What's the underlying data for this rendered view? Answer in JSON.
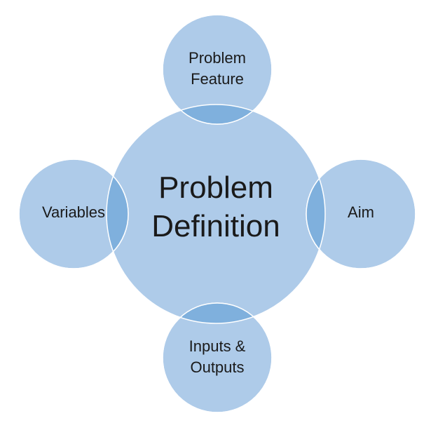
{
  "diagram": {
    "center": {
      "label": "Problem\nDefinition"
    },
    "satellites": {
      "top": {
        "label": "Problem\nFeature"
      },
      "left": {
        "label": "Variables"
      },
      "right": {
        "label": "Aim"
      },
      "bottom": {
        "label": "Inputs &\nOutputs"
      }
    }
  },
  "colors": {
    "circle_fill": "#aecbe9",
    "circle_stroke": "#ffffff",
    "overlap_fill": "#7fb0dd",
    "text": "#1a1a1a"
  }
}
